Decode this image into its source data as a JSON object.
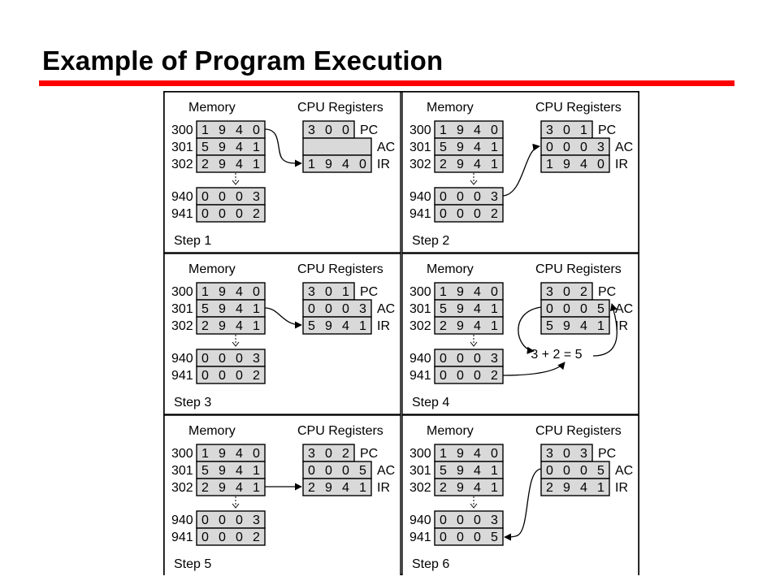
{
  "title": "Example of Program Execution",
  "colors": {
    "accent_rule": "#ff0000",
    "panel_bg": "#ffffff",
    "cell_bg": "#d9d9d9",
    "empty_reg_bg": "#d9d9d9"
  },
  "labels": {
    "memory": "Memory",
    "cpu_registers": "CPU Registers",
    "pc": "PC",
    "ac": "AC",
    "ir": "IR"
  },
  "addresses": [
    "300",
    "301",
    "302",
    "940",
    "941"
  ],
  "memory_top": [
    [
      "1",
      "9",
      "4",
      "0"
    ],
    [
      "5",
      "9",
      "4",
      "1"
    ],
    [
      "2",
      "9",
      "4",
      "1"
    ]
  ],
  "steps": [
    {
      "name": "Step 1",
      "mem_data": [
        [
          "0",
          "0",
          "0",
          "3"
        ],
        [
          "0",
          "0",
          "0",
          "2"
        ]
      ],
      "pc": [
        "3",
        "0",
        "0"
      ],
      "ac": [],
      "ir": [
        "1",
        "9",
        "4",
        "0"
      ],
      "equation": ""
    },
    {
      "name": "Step 2",
      "mem_data": [
        [
          "0",
          "0",
          "0",
          "3"
        ],
        [
          "0",
          "0",
          "0",
          "2"
        ]
      ],
      "pc": [
        "3",
        "0",
        "1"
      ],
      "ac": [
        "0",
        "0",
        "0",
        "3"
      ],
      "ir": [
        "1",
        "9",
        "4",
        "0"
      ],
      "equation": ""
    },
    {
      "name": "Step 3",
      "mem_data": [
        [
          "0",
          "0",
          "0",
          "3"
        ],
        [
          "0",
          "0",
          "0",
          "2"
        ]
      ],
      "pc": [
        "3",
        "0",
        "1"
      ],
      "ac": [
        "0",
        "0",
        "0",
        "3"
      ],
      "ir": [
        "5",
        "9",
        "4",
        "1"
      ],
      "equation": ""
    },
    {
      "name": "Step 4",
      "mem_data": [
        [
          "0",
          "0",
          "0",
          "3"
        ],
        [
          "0",
          "0",
          "0",
          "2"
        ]
      ],
      "pc": [
        "3",
        "0",
        "2"
      ],
      "ac": [
        "0",
        "0",
        "0",
        "5"
      ],
      "ir": [
        "5",
        "9",
        "4",
        "1"
      ],
      "equation": "3 + 2 = 5"
    },
    {
      "name": "Step 5",
      "mem_data": [
        [
          "0",
          "0",
          "0",
          "3"
        ],
        [
          "0",
          "0",
          "0",
          "2"
        ]
      ],
      "pc": [
        "3",
        "0",
        "2"
      ],
      "ac": [
        "0",
        "0",
        "0",
        "5"
      ],
      "ir": [
        "2",
        "9",
        "4",
        "1"
      ],
      "equation": ""
    },
    {
      "name": "Step 6",
      "mem_data": [
        [
          "0",
          "0",
          "0",
          "3"
        ],
        [
          "0",
          "0",
          "0",
          "5"
        ]
      ],
      "pc": [
        "3",
        "0",
        "3"
      ],
      "ac": [
        "0",
        "0",
        "0",
        "5"
      ],
      "ir": [
        "2",
        "9",
        "4",
        "1"
      ],
      "equation": ""
    }
  ]
}
